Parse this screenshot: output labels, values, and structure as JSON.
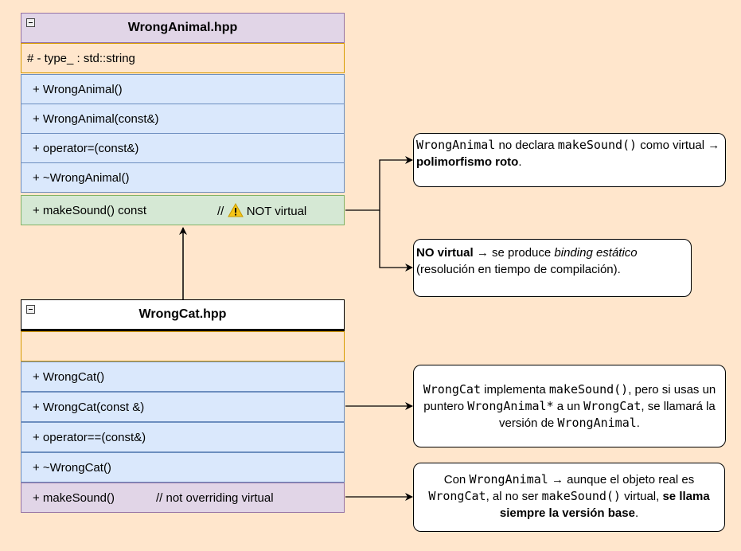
{
  "wronganimal": {
    "title": "WrongAnimal.hpp",
    "attribute": "# - type_ : std::string",
    "methods": [
      "+ WrongAnimal()",
      "+ WrongAnimal(const&)",
      "+ operator=(const&)",
      "+ ~WrongAnimal()"
    ],
    "make_sound": "+ makeSound() const",
    "make_sound_comment": "//",
    "make_sound_note": "NOT virtual",
    "warning_icon": "warning-icon"
  },
  "wrongcat": {
    "title": "WrongCat.hpp",
    "attribute": "",
    "methods": [
      "+ WrongCat()",
      "+ WrongCat(const &)",
      "+ operator==(const&)",
      "+ ~WrongCat()"
    ],
    "make_sound": "+ makeSound()",
    "make_sound_comment": "// not overriding virtual"
  },
  "notes": {
    "n1": {
      "a": "WrongAnimal",
      "b": " no declara ",
      "c": "makeSound()",
      "d": " como virtual → ",
      "e": "polimorfismo roto",
      "f": "."
    },
    "n2": {
      "a": "NO virtual",
      "b": " → se produce ",
      "c": "binding estático",
      "d": " (resolución en tiempo de compilación)."
    },
    "n3": {
      "a": "WrongCat",
      "b": " implementa ",
      "c": "makeSound()",
      "d": ", pero si usas un puntero ",
      "e": "WrongAnimal*",
      "f": " a un ",
      "g": "WrongCat",
      "h": ", se llamará la versión de ",
      "i": "WrongAnimal",
      "j": "."
    },
    "n4": {
      "a": "Con ",
      "b": "WrongAnimal",
      "c": " → aunque el objeto real es ",
      "d": "WrongCat",
      "e": ", al no ser ",
      "f": "makeSound()",
      "g": " virtual, ",
      "h": "se llama siempre la versión base",
      "i": "."
    }
  },
  "colors": {
    "background": "#ffe6cc",
    "header_purple": "#e1d5e7",
    "attribute_orange": "#ffe6cc",
    "method_blue": "#dae8fc",
    "highlight_green": "#d5e8d4"
  }
}
